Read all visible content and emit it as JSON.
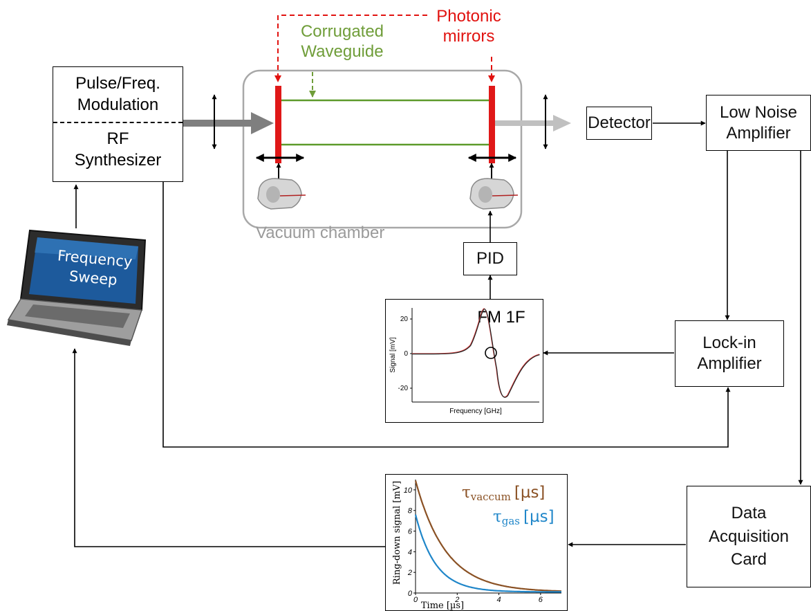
{
  "labels": {
    "corrugated_waveguide": [
      "Corrugated",
      "Waveguide"
    ],
    "photonic_mirrors": [
      "Photonic",
      "mirrors"
    ],
    "vacuum_chamber": "Vacuum chamber"
  },
  "boxes": {
    "modulation": "Pulse/Freq.\nModulation",
    "synthesizer": "RF\nSynthesizer",
    "detector": "Detector",
    "lna": "Low Noise\nAmplifier",
    "pid": "PID",
    "lockin": "Lock-in\nAmplifier",
    "daq": "Data\nAcquisition\nCard"
  },
  "laptop": {
    "screen_text": "Frequency\nSweep"
  },
  "fm_plot": {
    "title": "FM 1F",
    "xlabel": "Frequency [GHz]",
    "ylabel": "Signal [mV]",
    "ytick_labels": [
      "20",
      "0",
      "-20"
    ]
  },
  "ringdown_plot": {
    "xlabel": "Time [µs]",
    "ylabel": "Ring-down signal [mV]",
    "xtick_labels": [
      "0",
      "2",
      "4",
      "6"
    ],
    "ytick_labels": [
      "0",
      "2",
      "4",
      "6",
      "8",
      "10"
    ],
    "legend": [
      {
        "symbol": "τ",
        "subscript": "vaccum",
        "unit": "[µs]",
        "color": "#8a5124"
      },
      {
        "symbol": "τ",
        "subscript": "gas",
        "unit": "[µs]",
        "color": "#1f86c9"
      }
    ]
  },
  "colors": {
    "mirror": "#e01818",
    "waveguide": "#5d9a2a",
    "beam_in": "#7f7f7f",
    "beam_out": "#bfbfbf",
    "chamber": "#a8a8a8",
    "vacuum_series": "#8a5124",
    "gas_series": "#1f86c9"
  }
}
